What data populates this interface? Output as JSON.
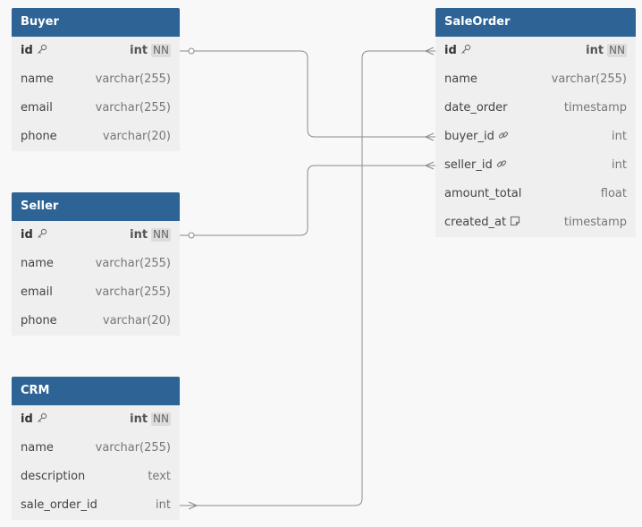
{
  "tables": [
    {
      "id": "buyer",
      "name": "Buyer",
      "fields": [
        {
          "name": "id",
          "type": "int",
          "pk": true,
          "nn": "NN",
          "icon": "key-icon"
        },
        {
          "name": "name",
          "type": "varchar(255)"
        },
        {
          "name": "email",
          "type": "varchar(255)"
        },
        {
          "name": "phone",
          "type": "varchar(20)"
        }
      ]
    },
    {
      "id": "seller",
      "name": "Seller",
      "fields": [
        {
          "name": "id",
          "type": "int",
          "pk": true,
          "nn": "NN",
          "icon": "key-icon"
        },
        {
          "name": "name",
          "type": "varchar(255)"
        },
        {
          "name": "email",
          "type": "varchar(255)"
        },
        {
          "name": "phone",
          "type": "varchar(20)"
        }
      ]
    },
    {
      "id": "crm",
      "name": "CRM",
      "fields": [
        {
          "name": "id",
          "type": "int",
          "pk": true,
          "nn": "NN",
          "icon": "key-icon"
        },
        {
          "name": "name",
          "type": "varchar(255)"
        },
        {
          "name": "description",
          "type": "text"
        },
        {
          "name": "sale_order_id",
          "type": "int"
        }
      ]
    },
    {
      "id": "saleorder",
      "name": "SaleOrder",
      "fields": [
        {
          "name": "id",
          "type": "int",
          "pk": true,
          "nn": "NN",
          "icon": "key-icon"
        },
        {
          "name": "name",
          "type": "varchar(255)"
        },
        {
          "name": "date_order",
          "type": "timestamp"
        },
        {
          "name": "buyer_id",
          "type": "int",
          "icon": "link-icon"
        },
        {
          "name": "seller_id",
          "type": "int",
          "icon": "link-icon"
        },
        {
          "name": "amount_total",
          "type": "float"
        },
        {
          "name": "created_at",
          "type": "timestamp",
          "icon": "note-icon"
        }
      ]
    }
  ],
  "relations": [
    {
      "from": "buyer.id",
      "to": "saleorder.buyer_id",
      "from_end": "one",
      "to_end": "many"
    },
    {
      "from": "seller.id",
      "to": "saleorder.seller_id",
      "from_end": "one",
      "to_end": "many"
    },
    {
      "from": "saleorder.id",
      "to": "crm.sale_order_id",
      "from_end": "many",
      "to_end": "many"
    }
  ],
  "colors": {
    "header": "#2e6395",
    "body": "#efefef",
    "line": "#8a8a8a",
    "background": "#f8f8f8"
  }
}
